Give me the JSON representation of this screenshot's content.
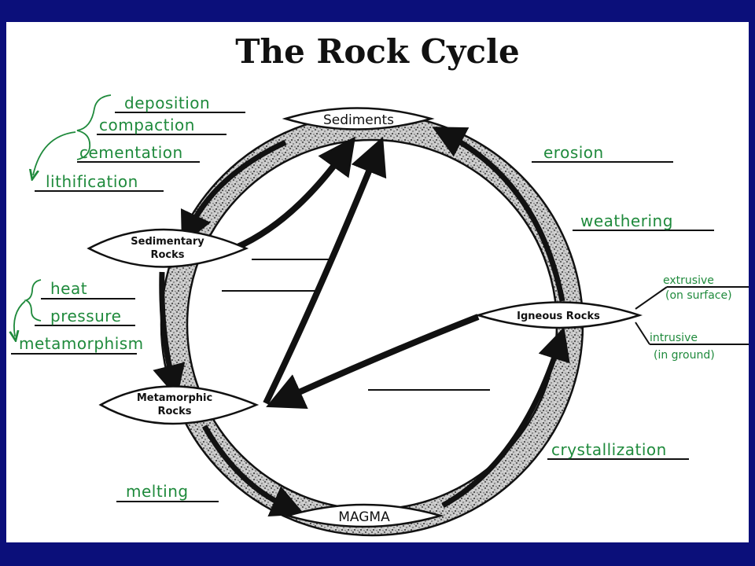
{
  "title": "The Rock Cycle",
  "nodes": {
    "sediments": "Sediments",
    "sedimentary_line1": "Sedimentary",
    "sedimentary_line2": "Rocks",
    "igneous": "Igneous Rocks",
    "metamorphic_line1": "Metamorphic",
    "metamorphic_line2": "Rocks",
    "magma": "MAGMA"
  },
  "process_labels": {
    "deposition": "deposition",
    "compaction": "compaction",
    "cementation": "cementation",
    "lithification": "lithification",
    "erosion": "erosion",
    "weathering": "weathering",
    "extrusive": "extrusive",
    "extrusive_note": "(on surface)",
    "intrusive": "intrusive",
    "intrusive_note": "(in ground)",
    "heat": "heat",
    "pressure": "pressure",
    "metamorphism": "metamorphism",
    "crystallization": "crystallization",
    "melting": "melting"
  },
  "colors": {
    "border": "#0b0f7a",
    "ink": "#111111",
    "handwriting": "#1f8a3c"
  }
}
